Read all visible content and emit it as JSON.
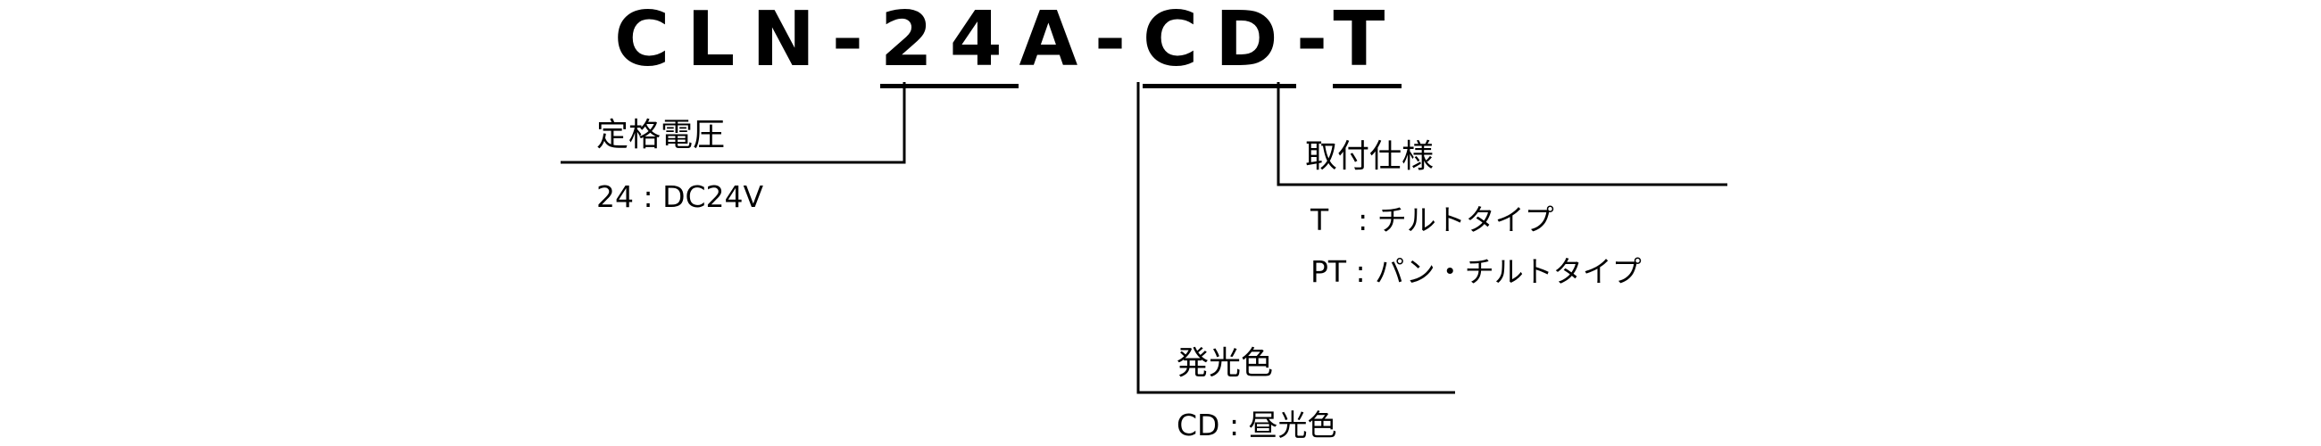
{
  "model_code": {
    "prefix": "CLN-",
    "voltage_code": "24",
    "sep1": "A-",
    "color_code": "CD",
    "sep2": "-",
    "mount_code": "T"
  },
  "groups": {
    "voltage": {
      "title": "定格電圧",
      "options": [
        "24 : DC24V"
      ]
    },
    "mounting": {
      "title": "取付仕様",
      "options": [
        "T　: チルトタイプ",
        "PT : パン・チルトタイプ"
      ]
    },
    "color": {
      "title": "発光色",
      "options": [
        "CD : 昼光色"
      ]
    }
  },
  "colors": {
    "ink": "#000000",
    "background": "#ffffff"
  }
}
